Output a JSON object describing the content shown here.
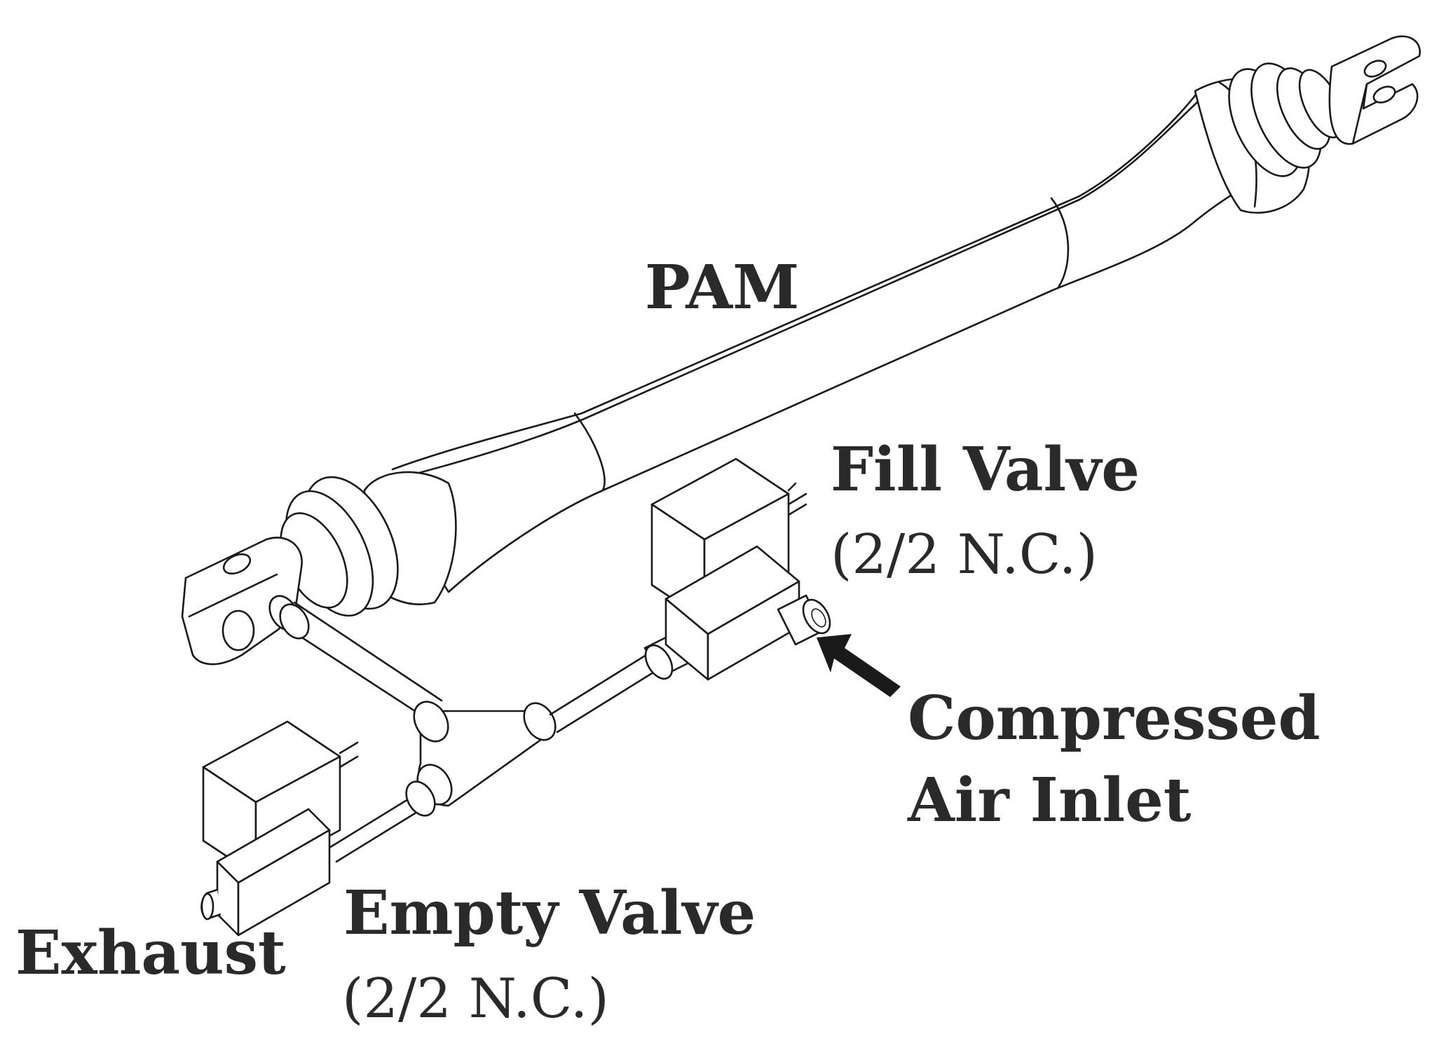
{
  "labels": {
    "pam": "PAM",
    "fill_valve": "Fill Valve",
    "fill_valve_spec": "(2/2 N.C.)",
    "compressed_line1": "Compressed",
    "compressed_line2": "Air Inlet",
    "empty_valve": "Empty Valve",
    "empty_valve_spec": "(2/2 N.C.)",
    "exhaust": "Exhaust"
  },
  "colors": {
    "line": "#1a1a1a",
    "text": "#2a2a2a",
    "background": "#ffffff"
  }
}
